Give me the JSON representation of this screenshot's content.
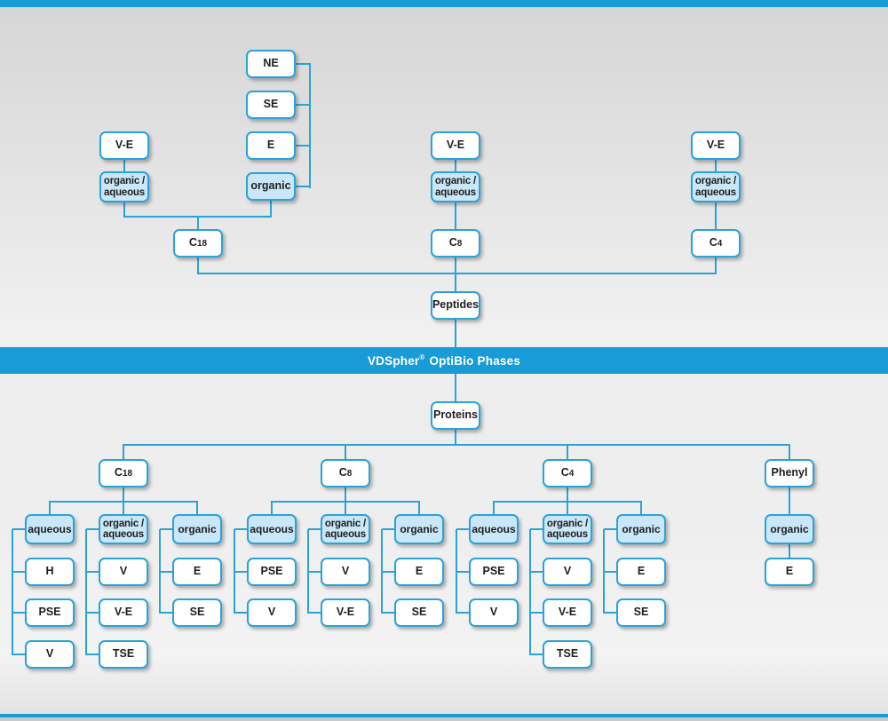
{
  "banner": {
    "brand": "VDSpher",
    "registered": "®",
    "rest": " OptiBio Phases"
  },
  "peptides": {
    "root": "Peptides",
    "c18": {
      "base_prefix": "C",
      "base_sub": "18",
      "ve": "V-E",
      "oa_line1": "organic /",
      "oa_line2": "aqueous",
      "organic": "organic",
      "organic_modes": {
        "ne": "NE",
        "se": "SE",
        "e": "E"
      }
    },
    "c8": {
      "base_prefix": "C",
      "base_sub": "8",
      "ve": "V-E",
      "oa_line1": "organic /",
      "oa_line2": "aqueous"
    },
    "c4": {
      "base_prefix": "C",
      "base_sub": "4",
      "ve": "V-E",
      "oa_line1": "organic /",
      "oa_line2": "aqueous"
    }
  },
  "proteins": {
    "root": "Proteins",
    "c18": {
      "base_prefix": "C",
      "base_sub": "18",
      "aqueous": "aqueous",
      "aqueous_items": [
        "H",
        "PSE",
        "V"
      ],
      "oa_line1": "organic /",
      "oa_line2": "aqueous",
      "oa_items": [
        "V",
        "V-E",
        "TSE"
      ],
      "organic": "organic",
      "organic_items": [
        "E",
        "SE"
      ]
    },
    "c8": {
      "base_prefix": "C",
      "base_sub": "8",
      "aqueous": "aqueous",
      "aqueous_items": [
        "PSE",
        "V"
      ],
      "oa_line1": "organic /",
      "oa_line2": "aqueous",
      "oa_items": [
        "V",
        "V-E"
      ],
      "organic": "organic",
      "organic_items": [
        "E",
        "SE"
      ]
    },
    "c4": {
      "base_prefix": "C",
      "base_sub": "4",
      "aqueous": "aqueous",
      "aqueous_items": [
        "PSE",
        "V"
      ],
      "oa_line1": "organic /",
      "oa_line2": "aqueous",
      "oa_items": [
        "V",
        "V-E",
        "TSE"
      ],
      "organic": "organic",
      "organic_items": [
        "E",
        "SE"
      ]
    },
    "phenyl": {
      "base": "Phenyl",
      "organic": "organic",
      "organic_items": [
        "E"
      ]
    }
  },
  "colors": {
    "accent_bar": "#189bd6",
    "connector_line": "#2aa3d9",
    "box_border": "#2aa3d9",
    "box_fill_light": "#c9e7f8",
    "box_fill": "#ffffff",
    "text": "#1e1e1c"
  }
}
